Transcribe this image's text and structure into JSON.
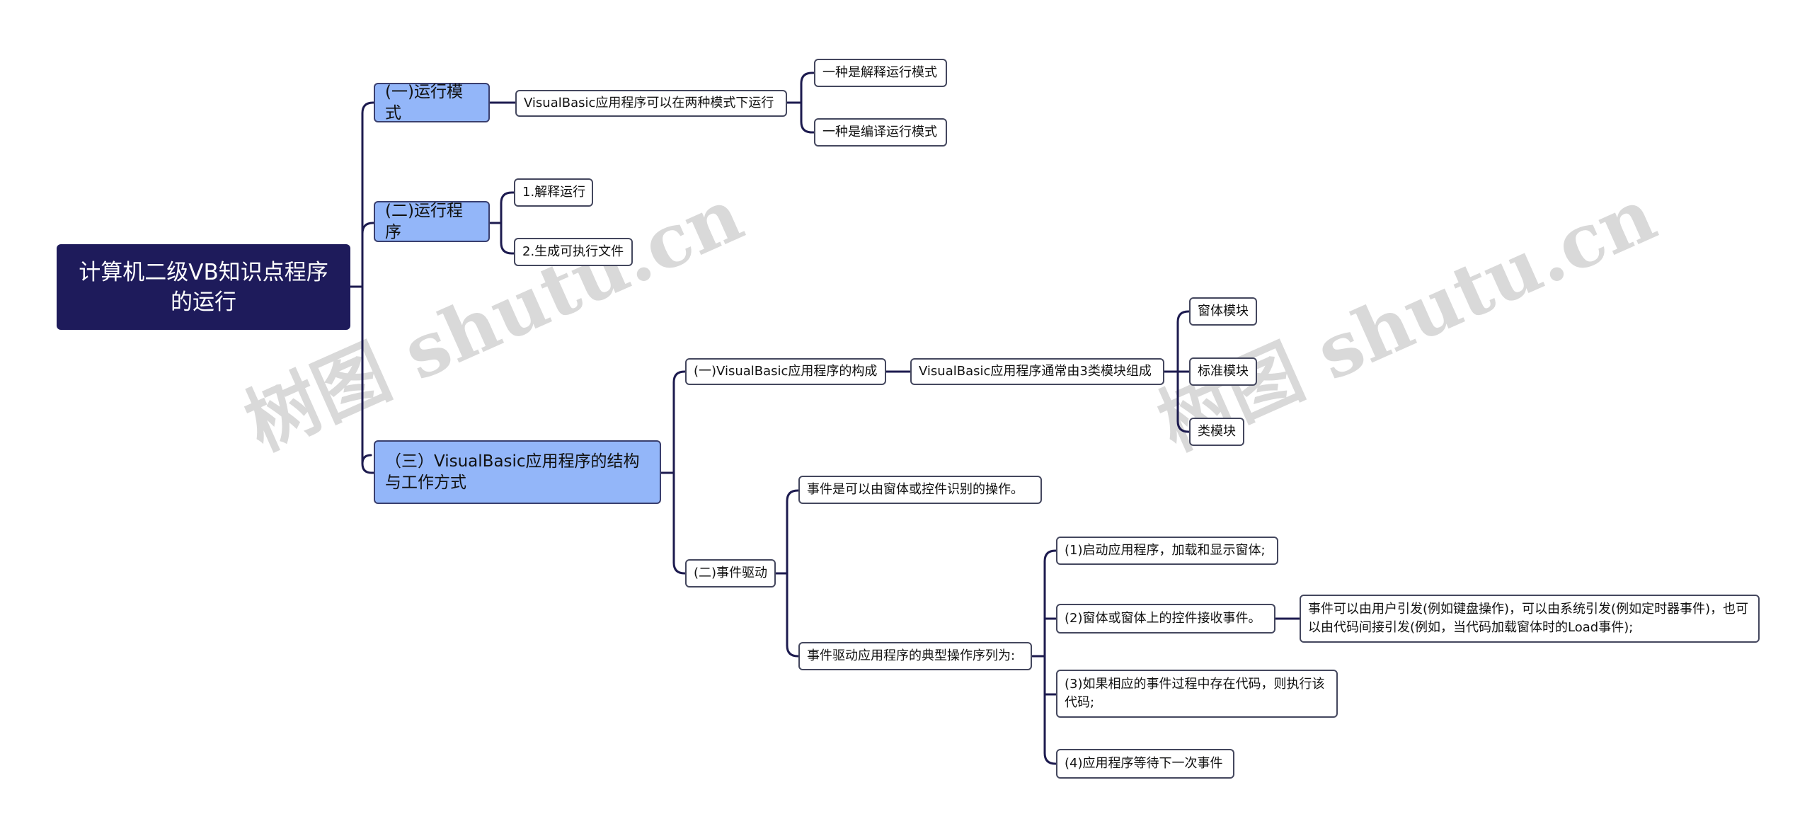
{
  "watermark": "树图 shutu.cn",
  "colors": {
    "root_bg": "#1e1b5b",
    "branch_bg": "#93b6f9",
    "line": "#1d1b4f"
  },
  "mindmap": {
    "root": "计算机二级VB知识点程序的运行",
    "mode": {
      "label": "(一)运行模式",
      "desc": "VisualBasic应用程序可以在两种模式下运行",
      "interpret": "一种是解释运行模式",
      "compile": "一种是编译运行模式"
    },
    "program": {
      "label": "(二)运行程序",
      "step1": "1.解释运行",
      "step2": "2.生成可执行文件"
    },
    "structure": {
      "label": "（三）VisualBasic应用程序的结构与工作方式",
      "composition": {
        "label": "(一)VisualBasic应用程序的构成",
        "desc": "VisualBasic应用程序通常由3类模块组成",
        "form_module": "窗体模块",
        "standard_module": "标准模块",
        "class_module": "类模块"
      },
      "event_driven": {
        "label": "(二)事件驱动",
        "definition": "事件是可以由窗体或控件识别的操作。",
        "sequence": {
          "label": "事件驱动应用程序的典型操作序列为:",
          "step1": "(1)启动应用程序，加载和显示窗体;",
          "step2": "(2)窗体或窗体上的控件接收事件。",
          "step2_detail": "事件可以由用户引发(例如键盘操作)，可以由系统引发(例如定时器事件)，也可以由代码间接引发(例如，当代码加载窗体时的Load事件);",
          "step3": "(3)如果相应的事件过程中存在代码，则执行该代码;",
          "step4": "(4)应用程序等待下一次事件"
        }
      }
    }
  }
}
